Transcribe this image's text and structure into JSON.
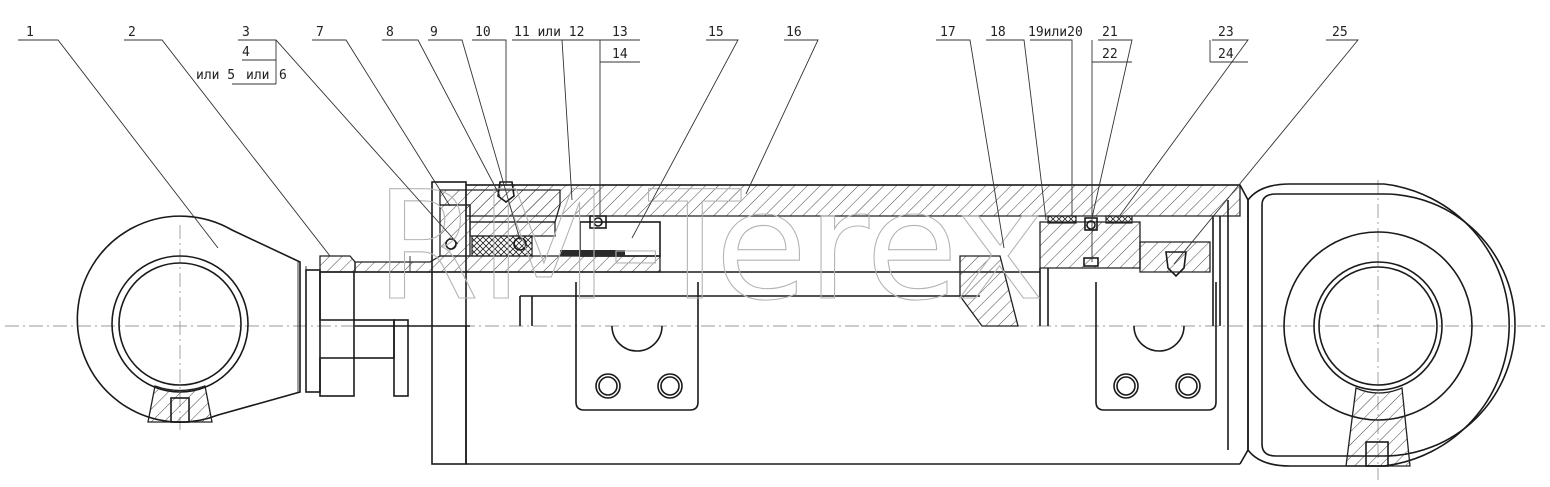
{
  "watermark": "RM-Terex",
  "callouts": {
    "c1": "1",
    "c2": "2",
    "c3": "3",
    "c4": "4",
    "c5": "или 5",
    "c6a": "или",
    "c6b": "6",
    "c7": "7",
    "c8": "8",
    "c9": "9",
    "c10": "10",
    "c11": "11 или 12",
    "c13": "13",
    "c14": "14",
    "c15": "15",
    "c16": "16",
    "c17": "17",
    "c18": "18",
    "c19": "19или20",
    "c21": "21",
    "c22": "22",
    "c23": "23",
    "c24": "24",
    "c25": "25"
  },
  "colors": {
    "line": "#1a1a1a",
    "watermark": "#b4b4b4",
    "centerline": "#9a9a9a"
  }
}
